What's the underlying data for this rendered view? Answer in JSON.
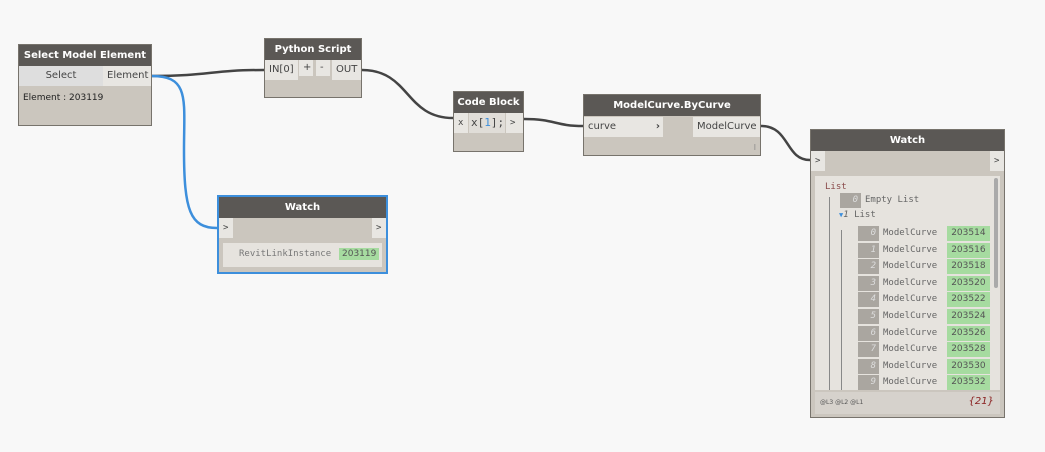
{
  "colors": {
    "wire": "#444444",
    "selected_wire": "#3d8fdc",
    "header": "#5b5855",
    "node_body": "#cbc6be",
    "value_bg": "#a6dba0"
  },
  "select_node": {
    "title": "Select Model Element",
    "button": "Select",
    "output": "Element",
    "value": "Element : 203119"
  },
  "python_node": {
    "title": "Python Script",
    "input": "IN[0]",
    "add": "+",
    "remove": "-",
    "output": "OUT"
  },
  "code_node": {
    "title": "Code Block",
    "input": "x",
    "code_prefix": "x[",
    "code_index": "1",
    "code_suffix": "];",
    "output": ">"
  },
  "modelcurve_node": {
    "title": "ModelCurve.ByCurve",
    "input": "curve",
    "output": "ModelCurve",
    "lacing": "l"
  },
  "watch_small": {
    "title": "Watch",
    "input": ">",
    "output": ">",
    "label": "RevitLinkInstance",
    "value": "203119"
  },
  "watch_big": {
    "title": "Watch",
    "input": ">",
    "output": ">",
    "root": "List",
    "empty_index": "0",
    "empty_label": "Empty List",
    "sub_index": "1",
    "sub_label": "List",
    "items": [
      {
        "i": "0",
        "t": "ModelCurve",
        "v": "203514"
      },
      {
        "i": "1",
        "t": "ModelCurve",
        "v": "203516"
      },
      {
        "i": "2",
        "t": "ModelCurve",
        "v": "203518"
      },
      {
        "i": "3",
        "t": "ModelCurve",
        "v": "203520"
      },
      {
        "i": "4",
        "t": "ModelCurve",
        "v": "203522"
      },
      {
        "i": "5",
        "t": "ModelCurve",
        "v": "203524"
      },
      {
        "i": "6",
        "t": "ModelCurve",
        "v": "203526"
      },
      {
        "i": "7",
        "t": "ModelCurve",
        "v": "203528"
      },
      {
        "i": "8",
        "t": "ModelCurve",
        "v": "203530"
      },
      {
        "i": "9",
        "t": "ModelCurve",
        "v": "203532"
      }
    ],
    "levels": "@L3 @L2 @L1",
    "count": "{21}"
  }
}
